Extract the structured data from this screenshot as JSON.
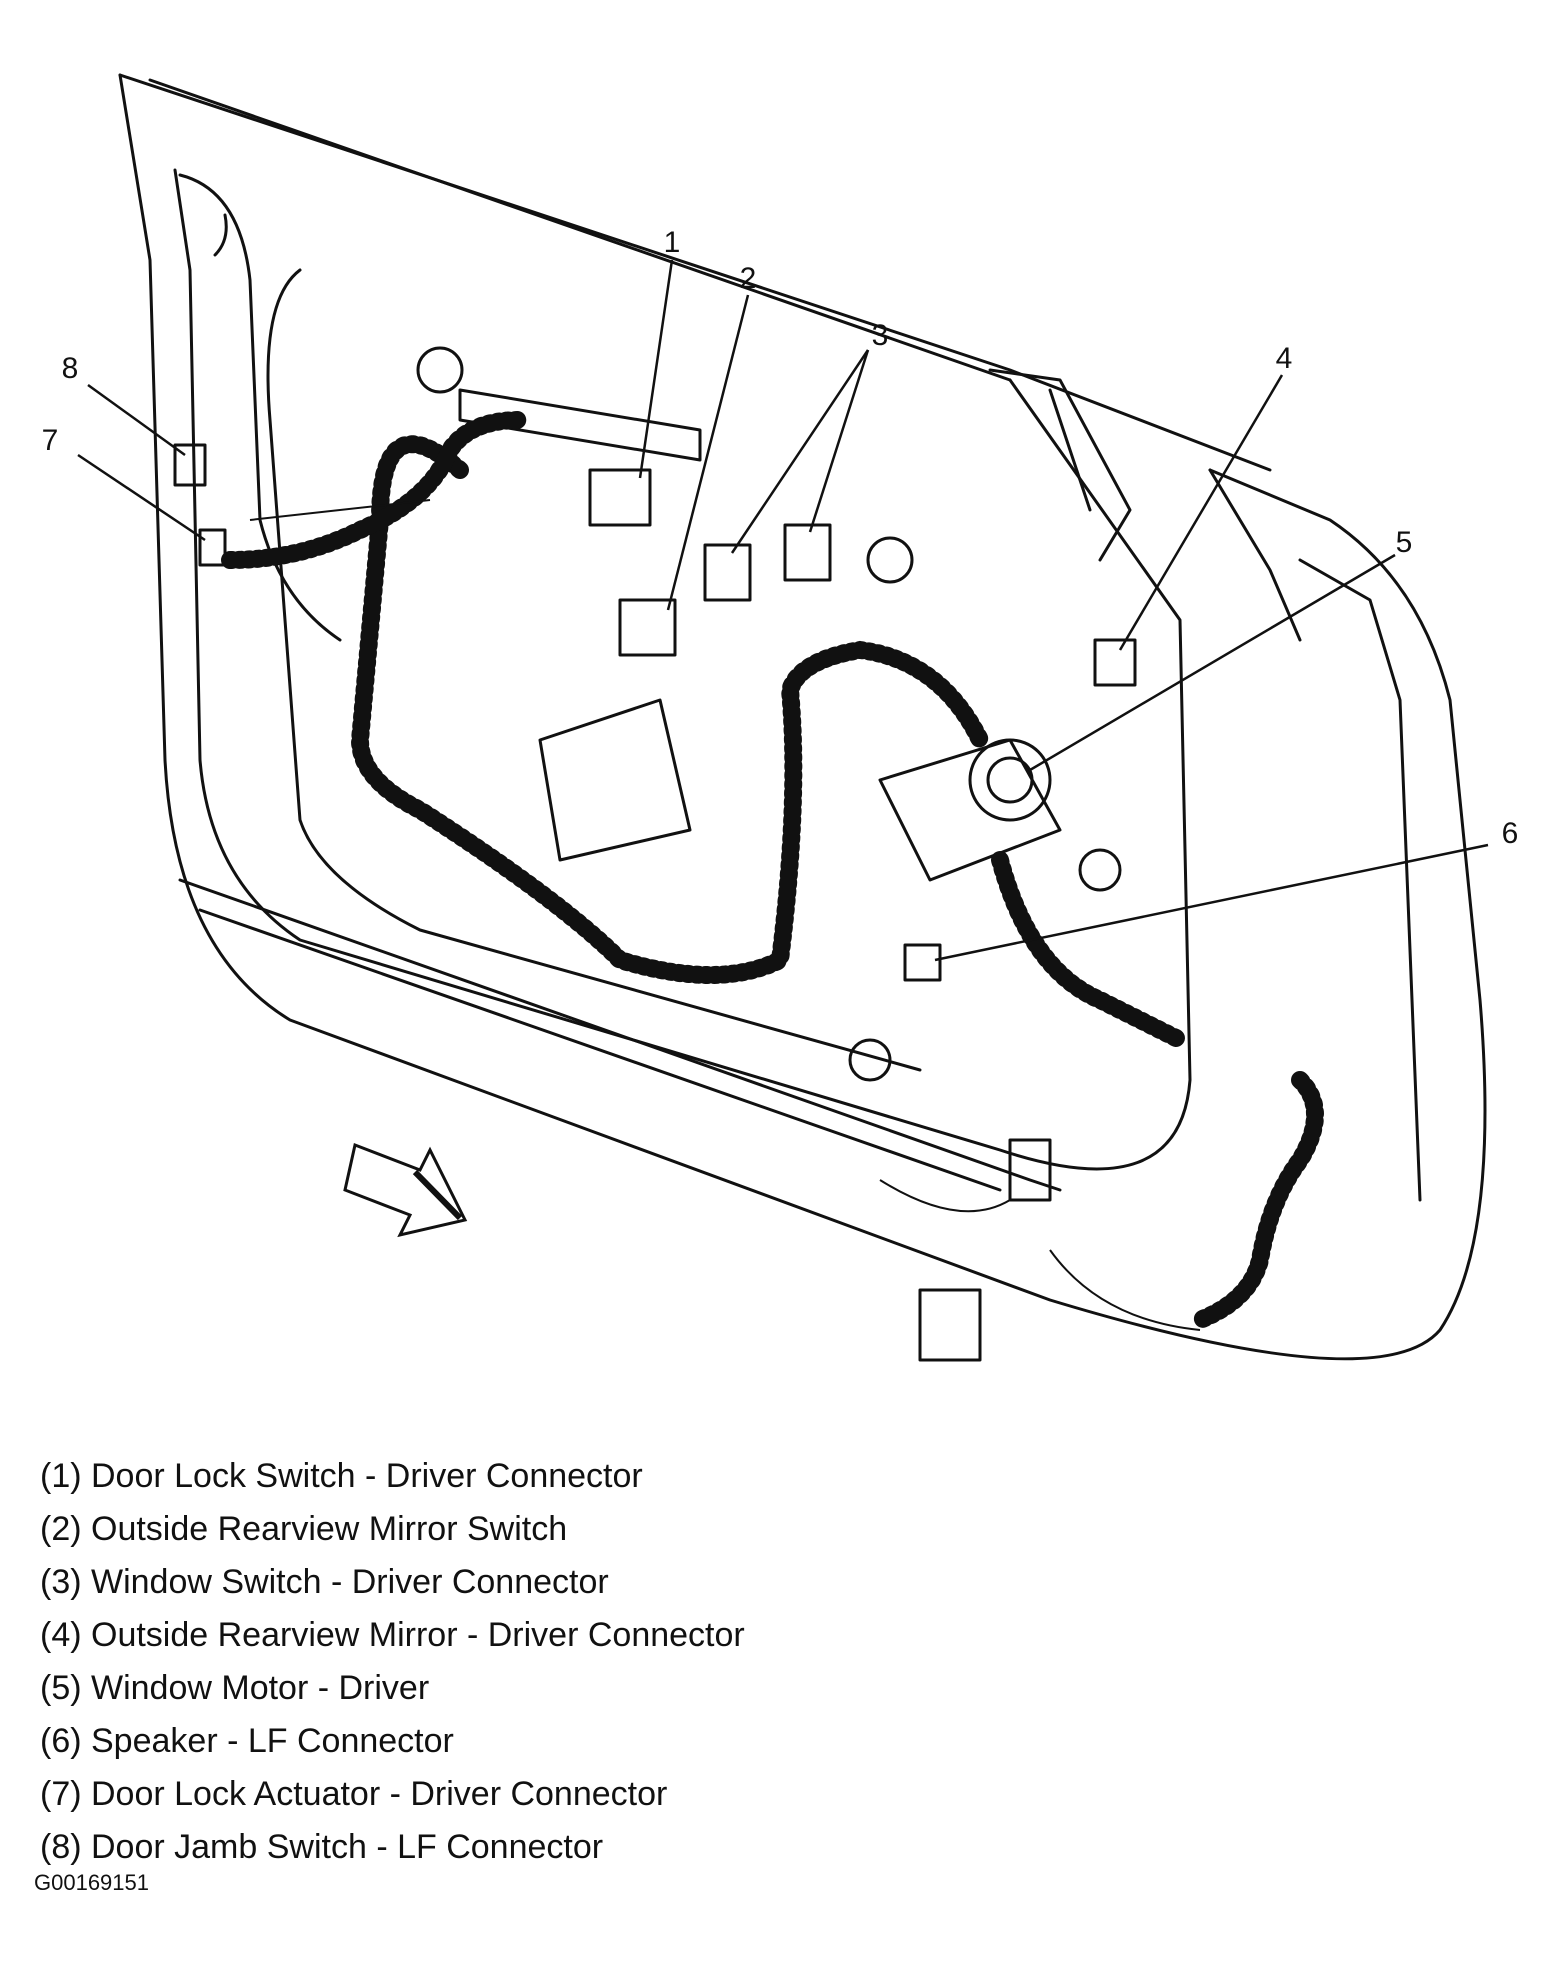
{
  "callouts": [
    "1",
    "2",
    "3",
    "4",
    "5",
    "6",
    "7",
    "8"
  ],
  "legend": [
    "(1) Door Lock Switch - Driver Connector",
    "(2) Outside Rearview Mirror Switch",
    "(3) Window Switch - Driver Connector",
    "(4) Outside Rearview Mirror - Driver Connector",
    "(5) Window Motor - Driver",
    "(6) Speaker - LF Connector",
    "(7) Door Lock Actuator - Driver Connector",
    "(8) Door Jamb Switch - LF Connector"
  ],
  "figure_id": "G00169151",
  "colors": {
    "ink": "#111111",
    "background": "#ffffff"
  }
}
